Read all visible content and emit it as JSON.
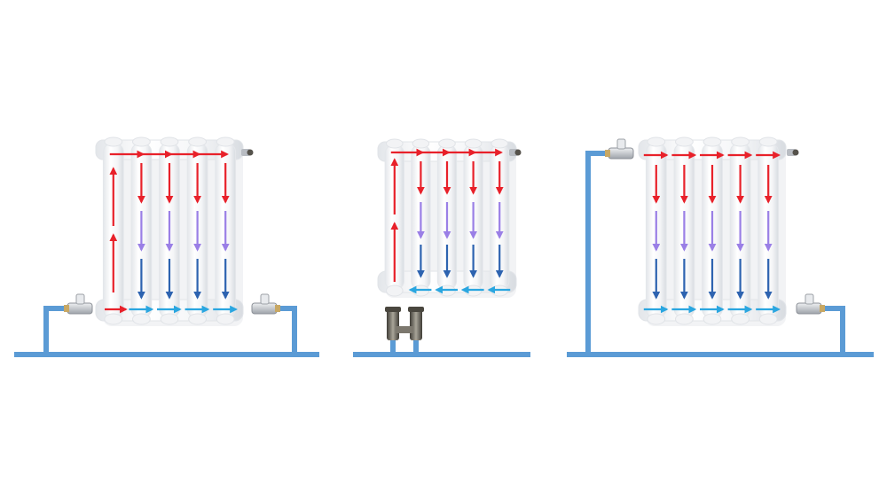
{
  "colors": {
    "background": "#ffffff",
    "pipe": "#5b9bd5",
    "pipe_edge": "#3f7fb8",
    "radiator_body": "#f6f7f9",
    "radiator_shadow": "#d9dde3",
    "hot_flow": "#e8212a",
    "mixed_flow": "#9a7fe6",
    "cool_flow": "#2d63b0",
    "return_flow": "#2aa6e0",
    "valve_metal": "#c9ccd1",
    "valve_dark": "#5d5a52"
  },
  "diagrams": [
    {
      "id": "bottom-side-connection",
      "icon": "radiator-icon",
      "valve": "ball-valve-icon"
    },
    {
      "id": "bottom-center-connection",
      "icon": "radiator-icon",
      "valve": "double-valve-icon"
    },
    {
      "id": "diagonal-connection",
      "icon": "radiator-icon",
      "valve": "ball-valve-icon"
    }
  ]
}
